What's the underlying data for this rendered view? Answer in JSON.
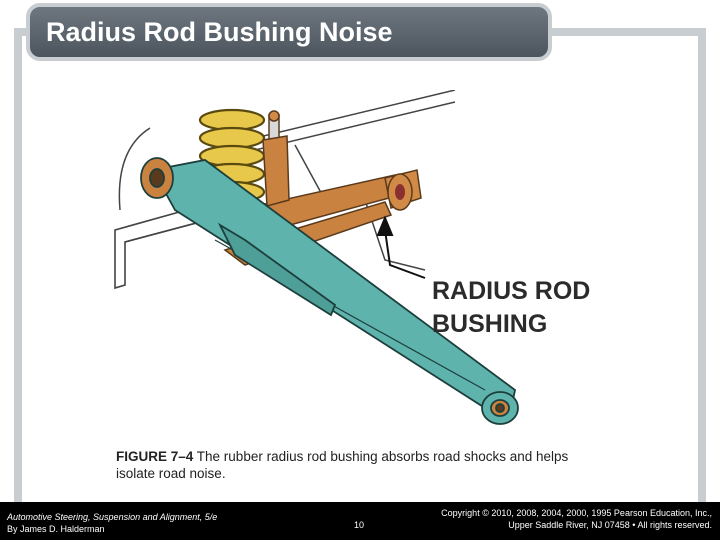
{
  "slide": {
    "title": "Radius Rod Bushing Noise"
  },
  "figure": {
    "callout_line1": "RADIUS ROD",
    "callout_line2": "BUSHING",
    "caption_label": "FIGURE 7–4",
    "caption_text": " The rubber radius rod bushing absorbs road shocks and helps isolate road noise."
  },
  "footer": {
    "book_title": "Automotive Steering, Suspension and Alignment, 5/e",
    "author": "By James D. Halderman",
    "page_number": "10",
    "copyright_line1": "Copyright © 2010, 2008, 2004, 2000, 1995 Pearson Education, Inc.,",
    "copyright_line2": "Upper Saddle River, NJ 07458 • All rights reserved."
  },
  "colors": {
    "title_bar": "#5d666f",
    "frame": "#c8cdd2",
    "control_arm": "#5fb3ad",
    "spring": "#e8c84a",
    "radius_rod": "#c9823f",
    "footer_bg": "#000000"
  }
}
